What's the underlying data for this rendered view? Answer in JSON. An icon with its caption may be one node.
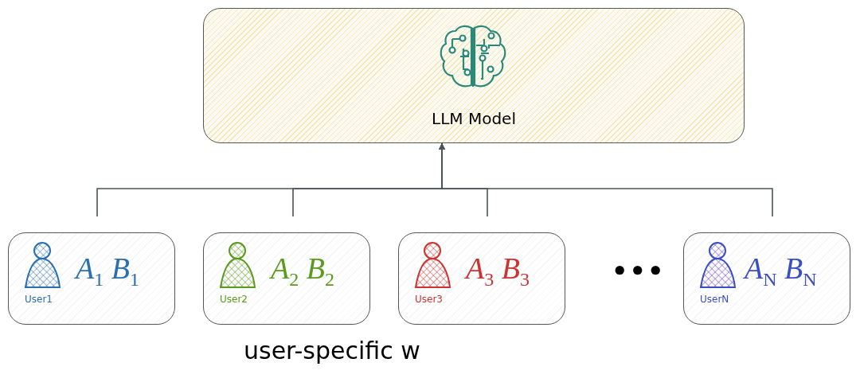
{
  "diagram": {
    "nodes": [
      {
        "text": [
          "LLM Model"
        ]
      },
      {
        "text": [
          "A$_{1}$ B$_{1}$",
          "User1"
        ]
      },
      {
        "text": [
          "A$_{2}$ B$_{2}$",
          "User2"
        ]
      },
      {
        "text": [
          "A$_{3}$ B$_{3}$",
          "User3"
        ]
      },
      {
        "text": [
          "A$_{N}$ B$_{N}$",
          "UserN"
        ]
      }
    ],
    "edges": [
      {
        "from": 1,
        "to": 0,
        "arrow": "to"
      },
      {
        "from": 2,
        "to": 0,
        "arrow": "to"
      },
      {
        "from": 3,
        "to": 0,
        "arrow": "to"
      },
      {
        "from": 4,
        "to": 0,
        "arrow": "to"
      }
    ],
    "labels": [
      "•••",
      "user-specific w"
    ]
  }
}
